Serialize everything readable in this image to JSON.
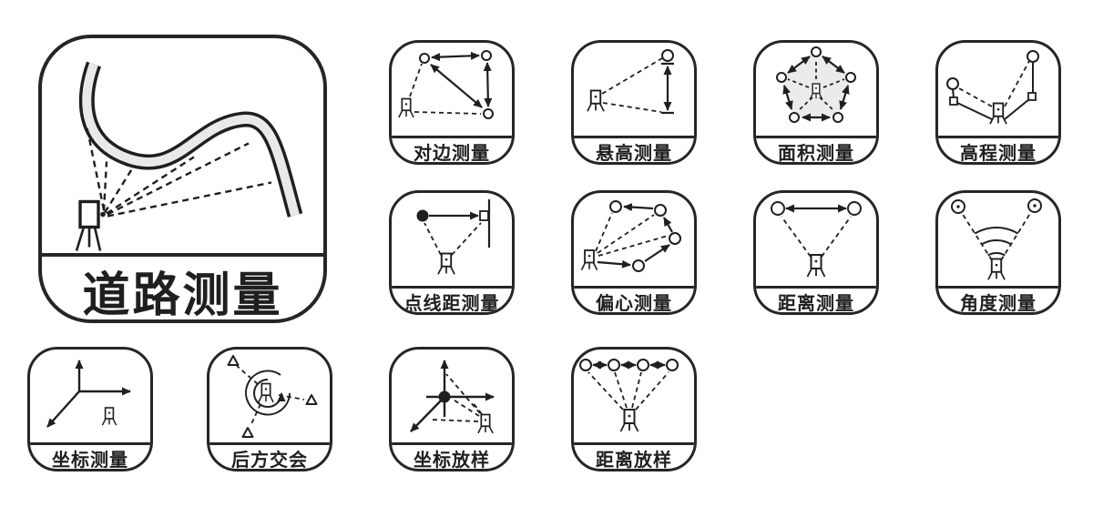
{
  "page": {
    "background": "#ffffff",
    "line_color": "#1f1f1f",
    "border_color": "#262626",
    "area_fill": "#ebebeb",
    "road_fill": "#e9e9e9"
  },
  "main_tile": {
    "label": "道路测量",
    "icon": "road-survey-icon"
  },
  "tiles": [
    {
      "label": "对边测量",
      "icon": "missing-line-measurement-icon"
    },
    {
      "label": "悬高测量",
      "icon": "remote-elevation-measurement-icon"
    },
    {
      "label": "面积测量",
      "icon": "area-measurement-icon"
    },
    {
      "label": "高程测量",
      "icon": "elevation-measurement-icon"
    },
    {
      "label": "点线距测量",
      "icon": "point-line-distance-measurement-icon"
    },
    {
      "label": "偏心测量",
      "icon": "offset-measurement-icon"
    },
    {
      "label": "距离测量",
      "icon": "distance-measurement-icon"
    },
    {
      "label": "角度测量",
      "icon": "angle-measurement-icon"
    },
    {
      "label": "坐标测量",
      "icon": "coordinate-measurement-icon"
    },
    {
      "label": "后方交会",
      "icon": "resection-icon"
    },
    {
      "label": "坐标放样",
      "icon": "coordinate-stakeout-icon"
    },
    {
      "label": "距离放样",
      "icon": "distance-stakeout-icon"
    }
  ]
}
